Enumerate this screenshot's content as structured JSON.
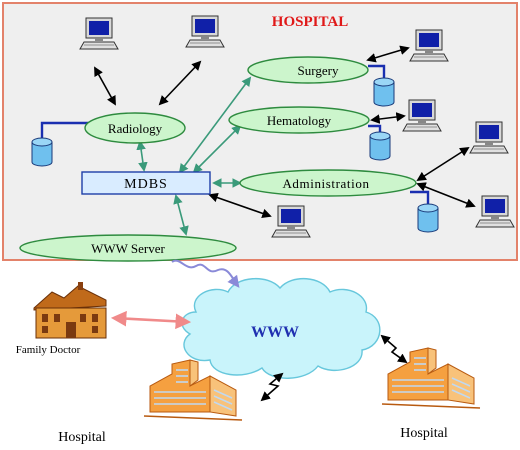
{
  "title": "HOSPITAL",
  "nodes": {
    "mdbs": "MDBS",
    "radiology": "Radiology",
    "surgery": "Surgery",
    "hematology": "Hematology",
    "administration": "Administration",
    "www_server": "WWW Server",
    "www": "WWW"
  },
  "external": {
    "family_doctor": "Family Doctor",
    "hospital_left": "Hospital",
    "hospital_right": "Hospital"
  },
  "colors": {
    "panel_fill": "#efefef",
    "panel_border": "#e3826a",
    "title": "#e01818",
    "ellipse_fill": "#ccf5cc",
    "ellipse_stroke": "#2e8b3f",
    "mdbs_fill": "#d9ecff",
    "mdbs_stroke": "#1f3fa8",
    "green_arrow": "#3a9a7a",
    "black_arrow": "#000000",
    "cloud_fill": "#c9f4fb",
    "cloud_stroke": "#67c7dc",
    "www_text": "#1f2fb0",
    "pink_arrow": "#f08a8a",
    "purple_link": "#8a8ad8",
    "disk_fill": "#6fc0ee",
    "building_fill": "#f5a040"
  }
}
